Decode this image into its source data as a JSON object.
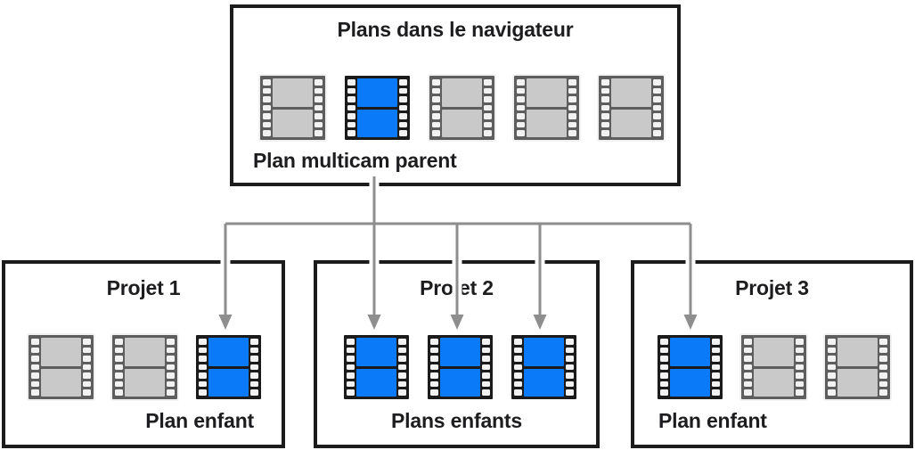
{
  "colors": {
    "clip_blue": "#0a7af8",
    "clip_blue_border": "#1b1b1b",
    "clip_gray": "#c9c9c9",
    "clip_gray_border": "#5e5e5e",
    "sprocket_hole": "#f2f2f2",
    "connector_gray": "#8e8e8e",
    "box_border": "#1c1c1c",
    "text": "#1d1d1f",
    "background": "#ffffff"
  },
  "browser_box": {
    "title": "Plans dans le navigateur",
    "parent_label": "Plan multicam parent",
    "clips": [
      "gray",
      "blue",
      "gray",
      "gray",
      "gray"
    ]
  },
  "projects": [
    {
      "title": "Projet 1",
      "label": "Plan enfant",
      "clips": [
        "gray",
        "gray",
        "blue"
      ]
    },
    {
      "title": "Projet 2",
      "label": "Plans enfants",
      "clips": [
        "blue",
        "blue",
        "blue"
      ]
    },
    {
      "title": "Projet 3",
      "label": "Plan enfant",
      "clips": [
        "blue",
        "gray",
        "gray"
      ]
    }
  ],
  "connections": [
    {
      "from": "plan-multicam-parent",
      "to": "projet-1-clip-3"
    },
    {
      "from": "plan-multicam-parent",
      "to": "projet-2-clip-1"
    },
    {
      "from": "plan-multicam-parent",
      "to": "projet-2-clip-2"
    },
    {
      "from": "plan-multicam-parent",
      "to": "projet-3-clip-1"
    },
    {
      "from": "plan-multicam-parent",
      "to": "projet-2-clip-3"
    }
  ]
}
